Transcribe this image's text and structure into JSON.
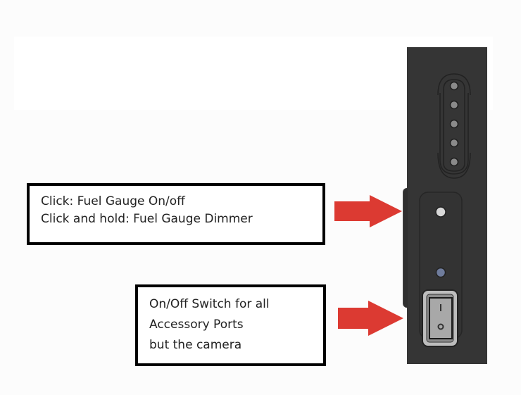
{
  "callouts": {
    "fuel_gauge_button": {
      "lines": [
        "Click: Fuel Gauge On/off",
        "Click and hold: Fuel Gauge Dimmer"
      ]
    },
    "accessory_switch": {
      "lines": [
        "On/Off Switch for all",
        "Accessory Ports",
        "but the camera"
      ]
    }
  },
  "switch": {
    "on_symbol": "I",
    "off_symbol": "O"
  },
  "colors": {
    "arrow": "#dc3a32",
    "panel": "#353535",
    "indicator_led": "#6f7c9c",
    "led_dots": "#8a8a8a"
  },
  "panel_elements": {
    "led_count": 5
  }
}
